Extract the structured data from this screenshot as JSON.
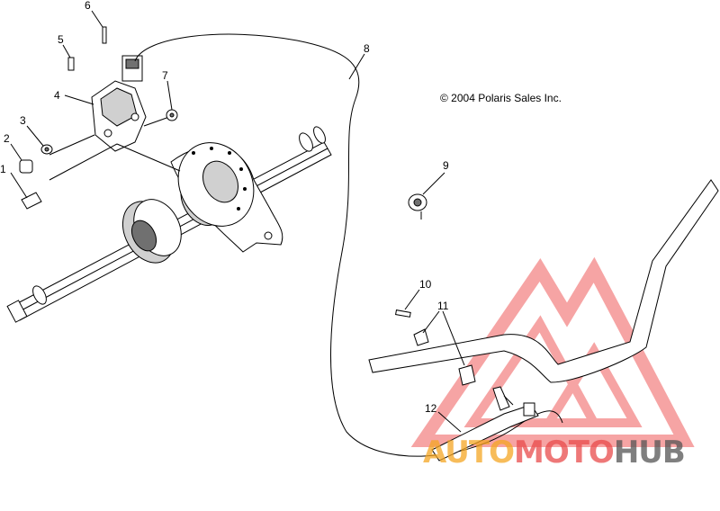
{
  "copyright": "© 2004 Polaris Sales Inc.",
  "callouts": [
    "1",
    "2",
    "3",
    "4",
    "5",
    "6",
    "7",
    "8",
    "9",
    "10",
    "11",
    "12"
  ],
  "watermark": {
    "part1": "AUTO",
    "part2": "MOTO",
    "part3": "HUB",
    "color_orange": "#f5a623",
    "color_red": "#e94b4b",
    "color_grey": "#555555"
  }
}
